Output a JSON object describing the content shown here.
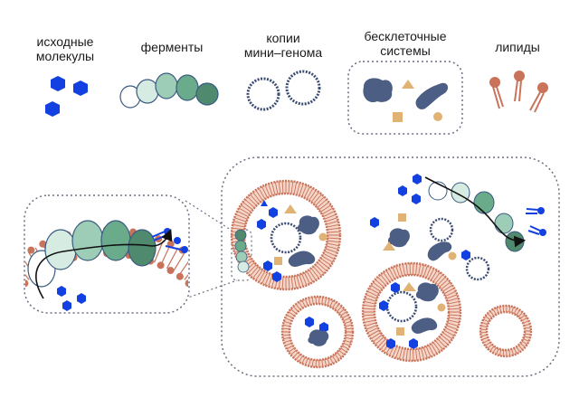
{
  "labels": {
    "molecules_line1": "исходные",
    "molecules_line2": "молекулы",
    "enzymes": "ферменты",
    "genome_line1": "копии",
    "genome_line2": "мини–генома",
    "cellfree_line1": "бесклеточные",
    "cellfree_line2": "системы",
    "lipids": "липиды"
  },
  "colors": {
    "hexagon_blue": "#1340e0",
    "enzyme_light": "#d6ece2",
    "enzyme_mid": "#9dcdb6",
    "enzyme_teal": "#6aab8c",
    "enzyme_dark": "#4f8a6e",
    "protein_slate": "#4d5e84",
    "cellfree_tan": "#e0b273",
    "lipid_brown": "#c9735a",
    "membrane_fill": "#f4d5c8",
    "dna_outline": "#3b4c72",
    "box_dash": "#6b6f82"
  },
  "icons": [
    "hexagon-icon",
    "enzyme-chain-icon",
    "plasmid-icon",
    "protein-blob-icon",
    "lipid-icon",
    "vesicle-icon",
    "arrow-icon"
  ]
}
